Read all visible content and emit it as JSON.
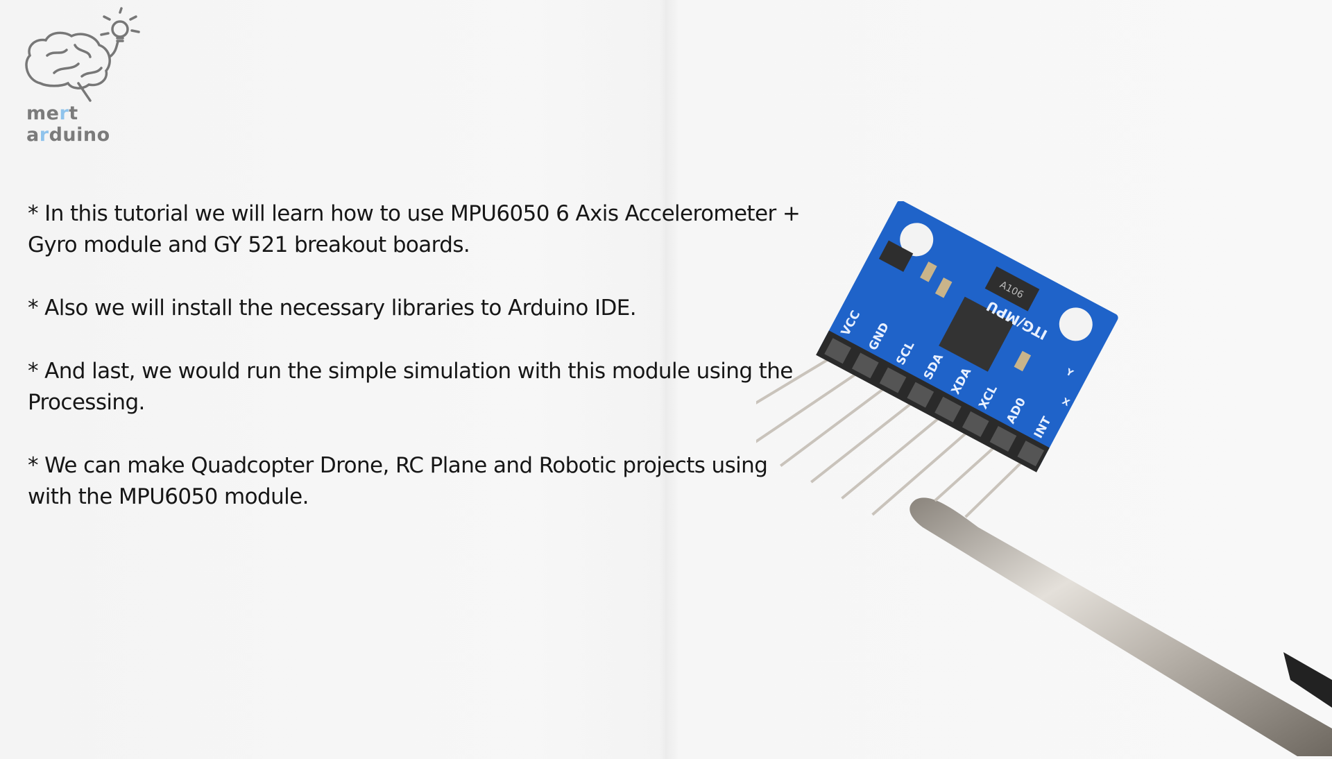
{
  "logo": {
    "text_part1": "me",
    "text_accent1": "r",
    "text_part2": "t a",
    "text_accent2": "r",
    "text_part3": "duino",
    "accent_color": "#8fc3ec",
    "icon": "brain-lightbulb-icon"
  },
  "bullets": [
    "* In this tutorial we will learn how to use MPU6050 6 Axis Accelerometer + Gyro module and GY 521 breakout boards.",
    "* Also we will install the necessary libraries to Arduino IDE.",
    "* And last, we would run the simple simulation with this module using the Processing.",
    "* We can make Quadcopter Drone, RC Plane and Robotic projects using with the MPU6050 module."
  ],
  "board": {
    "silkscreen": "ITG/MPU",
    "chip_marking": "A106",
    "pins": [
      "VCC",
      "GND",
      "SCL",
      "SDA",
      "XDA",
      "XCL",
      "AD0",
      "INT"
    ],
    "axis_labels": [
      "Y",
      "X"
    ],
    "pcb_color": "#1f63c9"
  }
}
